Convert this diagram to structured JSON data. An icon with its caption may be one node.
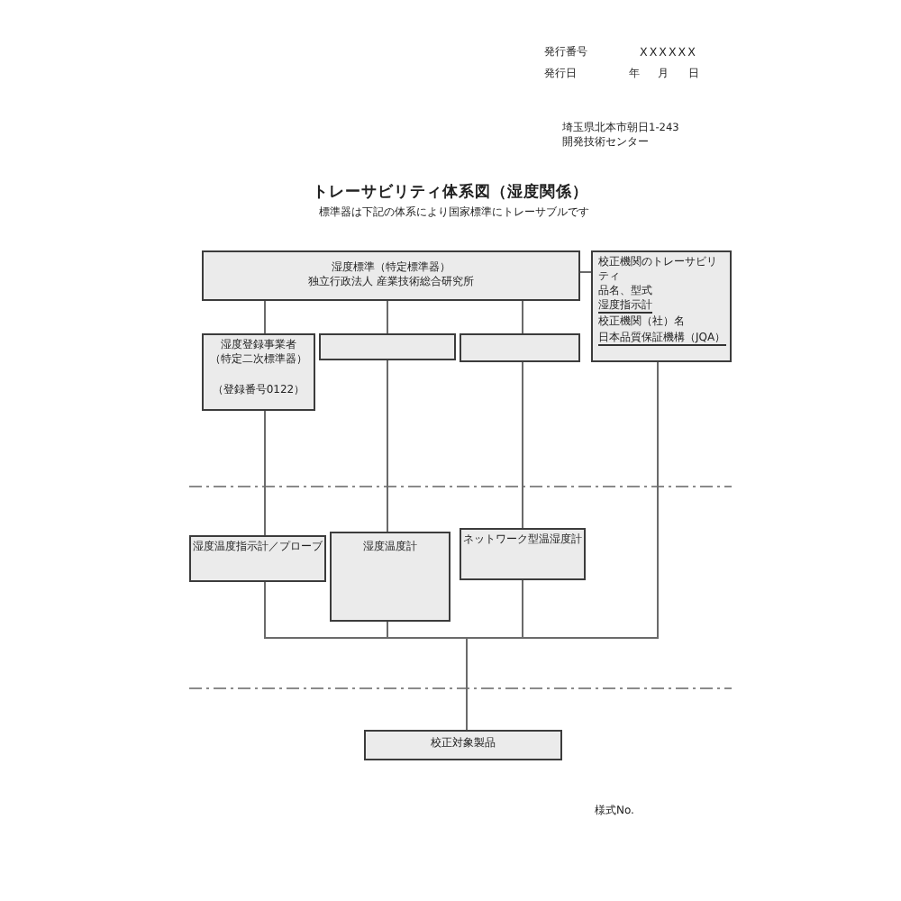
{
  "diagram": {
    "title": "トレーサビリティ体系図（湿度関係）",
    "nodes": [
      {
        "text": [
          "湿度標準（特定標準器）",
          "独立行政法人 産業技術総合研究所"
        ]
      },
      {
        "text": [
          "校正機関のトレーサビリティ",
          "品名、型式",
          "湿度指示計",
          "校正機関（社）名",
          "日本品質保証機構（JQA）"
        ]
      },
      {
        "text": [
          "湿度登録事業者",
          "（特定二次標準器）",
          "（登録番号0122）"
        ]
      },
      {
        "text": [],
        "shape": "box"
      },
      {
        "text": [],
        "shape": "box"
      },
      {
        "text": [
          "湿度温度指示計／プローブ"
        ]
      },
      {
        "text": [
          "湿度温度計"
        ]
      },
      {
        "text": [
          "ネットワーク型温湿度計"
        ]
      },
      {
        "text": [
          "校正対象製品"
        ]
      }
    ],
    "edges": [
      {
        "from": 0,
        "to": 2,
        "arrow": "none"
      },
      {
        "from": 0,
        "to": 3,
        "arrow": "none"
      },
      {
        "from": 0,
        "to": 4,
        "arrow": "none"
      },
      {
        "from": 0,
        "to": 1,
        "arrow": "none"
      },
      {
        "from": 2,
        "to": 5,
        "arrow": "none"
      },
      {
        "from": 3,
        "to": 6,
        "arrow": "none"
      },
      {
        "from": 4,
        "to": 7,
        "arrow": "none"
      },
      {
        "from": 5,
        "to": 8,
        "arrow": "none"
      },
      {
        "from": 6,
        "to": 8,
        "arrow": "none"
      },
      {
        "from": 7,
        "to": 8,
        "arrow": "none"
      },
      {
        "from": 1,
        "to": 8,
        "arrow": "none"
      }
    ],
    "labels": [
      "発行番号",
      "XXXXXX",
      "発行日",
      "年",
      "月",
      "日",
      "埼玉県北本市朝日1-243",
      "開発技術センター",
      "標準器は下記の体系により国家標準にトレーサブルです",
      "様式No."
    ]
  }
}
